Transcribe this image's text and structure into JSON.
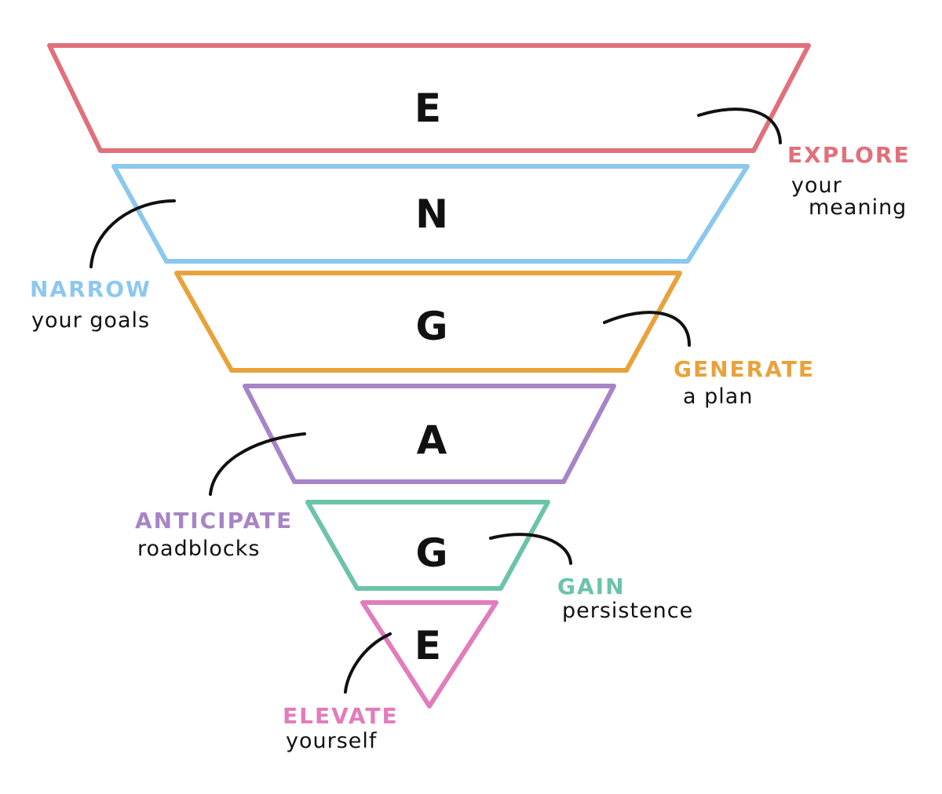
{
  "funnel": {
    "letters": [
      "E",
      "N",
      "G",
      "A",
      "G",
      "E"
    ],
    "colors": {
      "explore": "#e0707a",
      "narrow": "#8cc8ee",
      "generate": "#e9a23b",
      "anticipate": "#a784c6",
      "gain": "#6cc4a8",
      "elevate": "#e27cbb"
    }
  },
  "labels": {
    "explore": {
      "word": "EXPLORE",
      "line1": "your",
      "line2": "meaning"
    },
    "narrow": {
      "word": "NARROW",
      "line1": "your goals"
    },
    "generate": {
      "word": "GENERATE",
      "line1": "a plan"
    },
    "anticipate": {
      "word": "ANTICIPATE",
      "line1": "roadblocks"
    },
    "gain": {
      "word": "GAIN",
      "line1": "persistence"
    },
    "elevate": {
      "word": "ELEVATE",
      "line1": "yourself"
    }
  }
}
